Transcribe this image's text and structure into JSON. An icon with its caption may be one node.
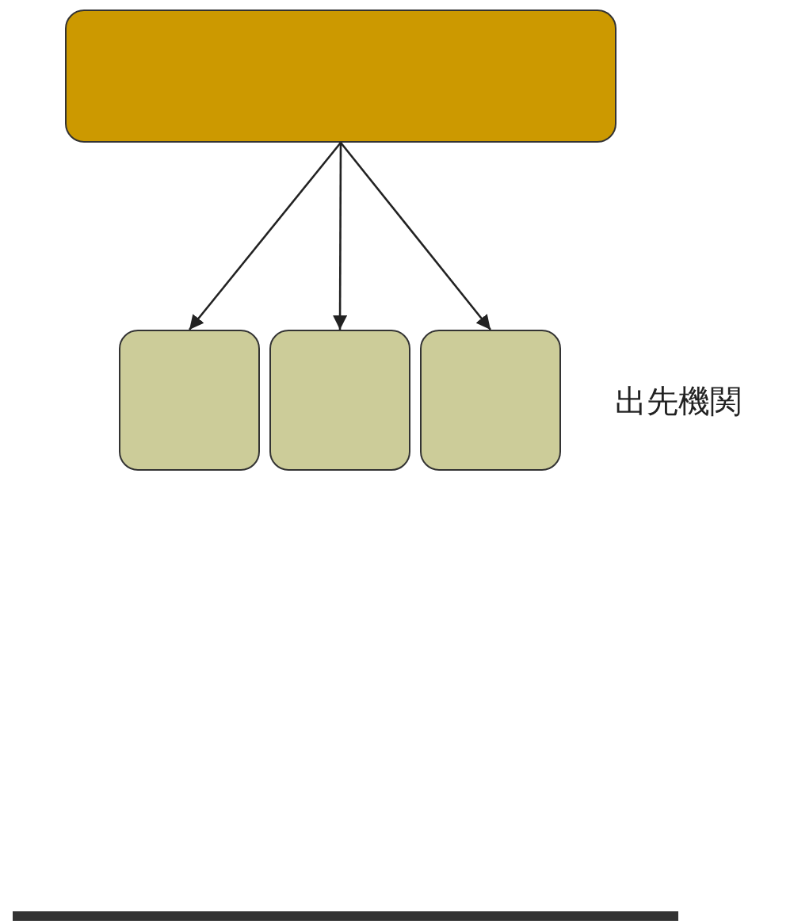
{
  "diagram": {
    "nodes": [
      {
        "text": [],
        "shape": "box"
      },
      {
        "text": [],
        "shape": "box"
      },
      {
        "text": [],
        "shape": "box"
      },
      {
        "text": [],
        "shape": "box"
      }
    ],
    "edges": [
      {
        "from": 0,
        "to": 1,
        "arrow": "to"
      },
      {
        "from": 0,
        "to": 2,
        "arrow": "to"
      },
      {
        "from": 0,
        "to": 3,
        "arrow": "to"
      }
    ],
    "labels": [
      "出先機関"
    ]
  }
}
